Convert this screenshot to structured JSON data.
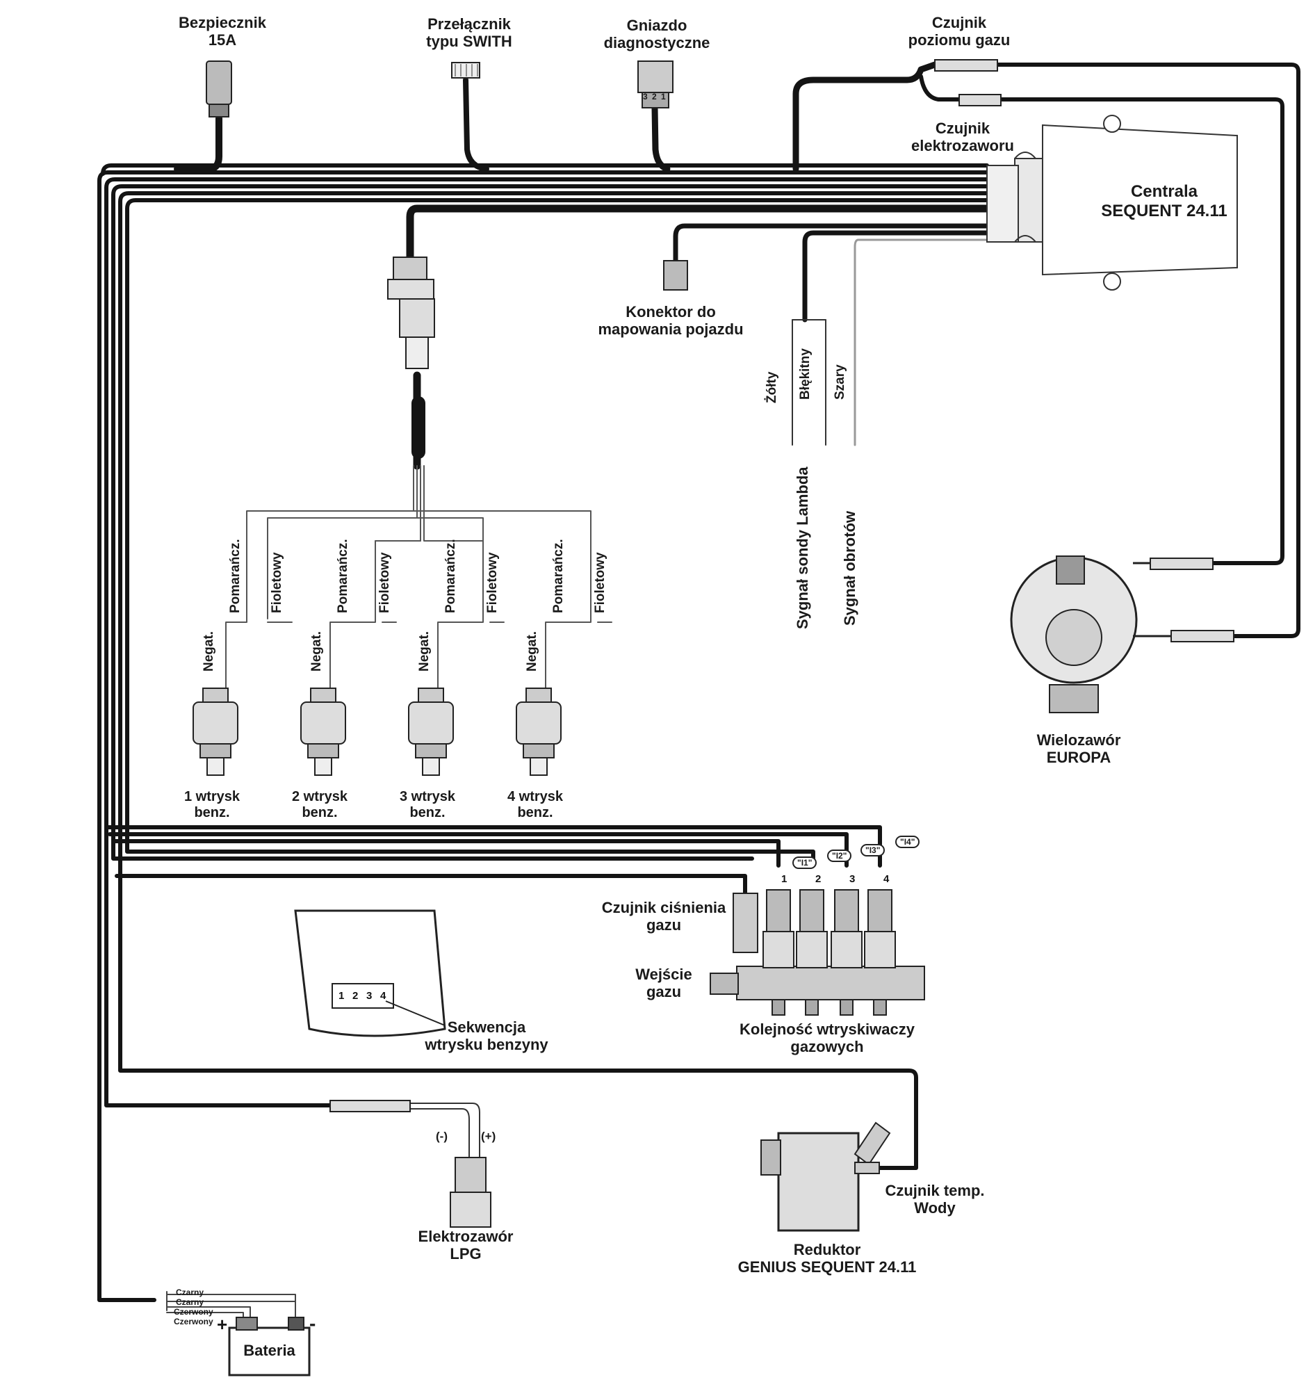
{
  "colors": {
    "wire": "#141414",
    "thin_wire": "#333333",
    "part": "#cfcfcf",
    "part_dark": "#6e6e6e"
  },
  "labels": {
    "fuse": [
      "Bezpiecznik",
      "15A"
    ],
    "switch": [
      "Przełącznik",
      "typu SWITH"
    ],
    "diag": [
      "Gniazdo",
      "diagnostyczne"
    ],
    "gas_level": [
      "Czujnik",
      "poziomu gazu"
    ],
    "valve_sensor": [
      "Czujnik",
      "elektrozaworu"
    ],
    "ecu": [
      "Centrala",
      "SEQUENT 24.11"
    ],
    "mapping": [
      "Konektor do",
      "mapowania pojazdu"
    ],
    "multivalve": [
      "Wielozawór",
      "EUROPA"
    ],
    "pressure": [
      "Czujnik ciśnienia",
      "gazu"
    ],
    "gas_input": [
      "Wejście",
      "gazu"
    ],
    "gas_injectors_order": [
      "Kolejność wtryskiwaczy",
      "gazowych"
    ],
    "petrol_seq": [
      "Sekwencja",
      "wtrysku benzyny"
    ],
    "lpg_valve": [
      "Elektrozawór",
      "LPG"
    ],
    "water_temp": [
      "Czujnik temp.",
      "Wody"
    ],
    "reducer": [
      "Reduktor",
      "GENIUS SEQUENT 24.11"
    ],
    "battery": "Bateria"
  },
  "signals": {
    "wires": [
      "Żółty",
      "Błękitny",
      "Szary"
    ],
    "lambda": "Sygnał sondy Lambda",
    "rpm": "Sygnał obrotów"
  },
  "injector_wires": {
    "orange": "Pomarańcz.",
    "violet": "Fioletowy",
    "neg": "Negat."
  },
  "petrol_injectors": [
    {
      "name": "1 wtrysk",
      "sub": "benz."
    },
    {
      "name": "2 wtrysk",
      "sub": "benz."
    },
    {
      "name": "3 wtrysk",
      "sub": "benz."
    },
    {
      "name": "4 wtrysk",
      "sub": "benz."
    }
  ],
  "gas_injector_numbers": [
    "1",
    "2",
    "3",
    "4"
  ],
  "gas_injector_tags": [
    "\"I1\"",
    "\"I2\"",
    "\"I3\"",
    "\"I4\""
  ],
  "diag_pins": [
    "3",
    "2",
    "1"
  ],
  "sequence_digits": [
    "1",
    "2",
    "3",
    "4"
  ],
  "lpg_polarity": [
    "(-)",
    "(+)"
  ],
  "battery_wires": [
    "Czarny",
    "Czarny",
    "Czerwony",
    "Czerwony"
  ],
  "battery_terminals": [
    "+",
    "-"
  ]
}
